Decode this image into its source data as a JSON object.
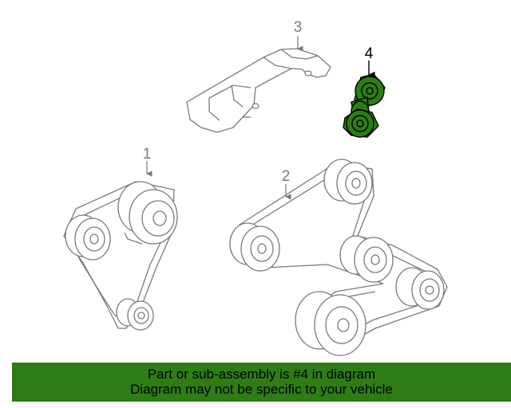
{
  "colors": {
    "line": "#7a7a7a",
    "highlight_fill": "#2e7d14",
    "highlight_stroke": "#000000",
    "banner_bg": "#2e7d14",
    "banner_text": "#000000"
  },
  "callouts": {
    "c1": "1",
    "c2": "2",
    "c3": "3",
    "c4": "4"
  },
  "highlighted_part": "4",
  "banner": {
    "line1": "Part or sub-assembly is #4 in diagram",
    "line2": "Diagram may not be specific to your vehicle"
  }
}
